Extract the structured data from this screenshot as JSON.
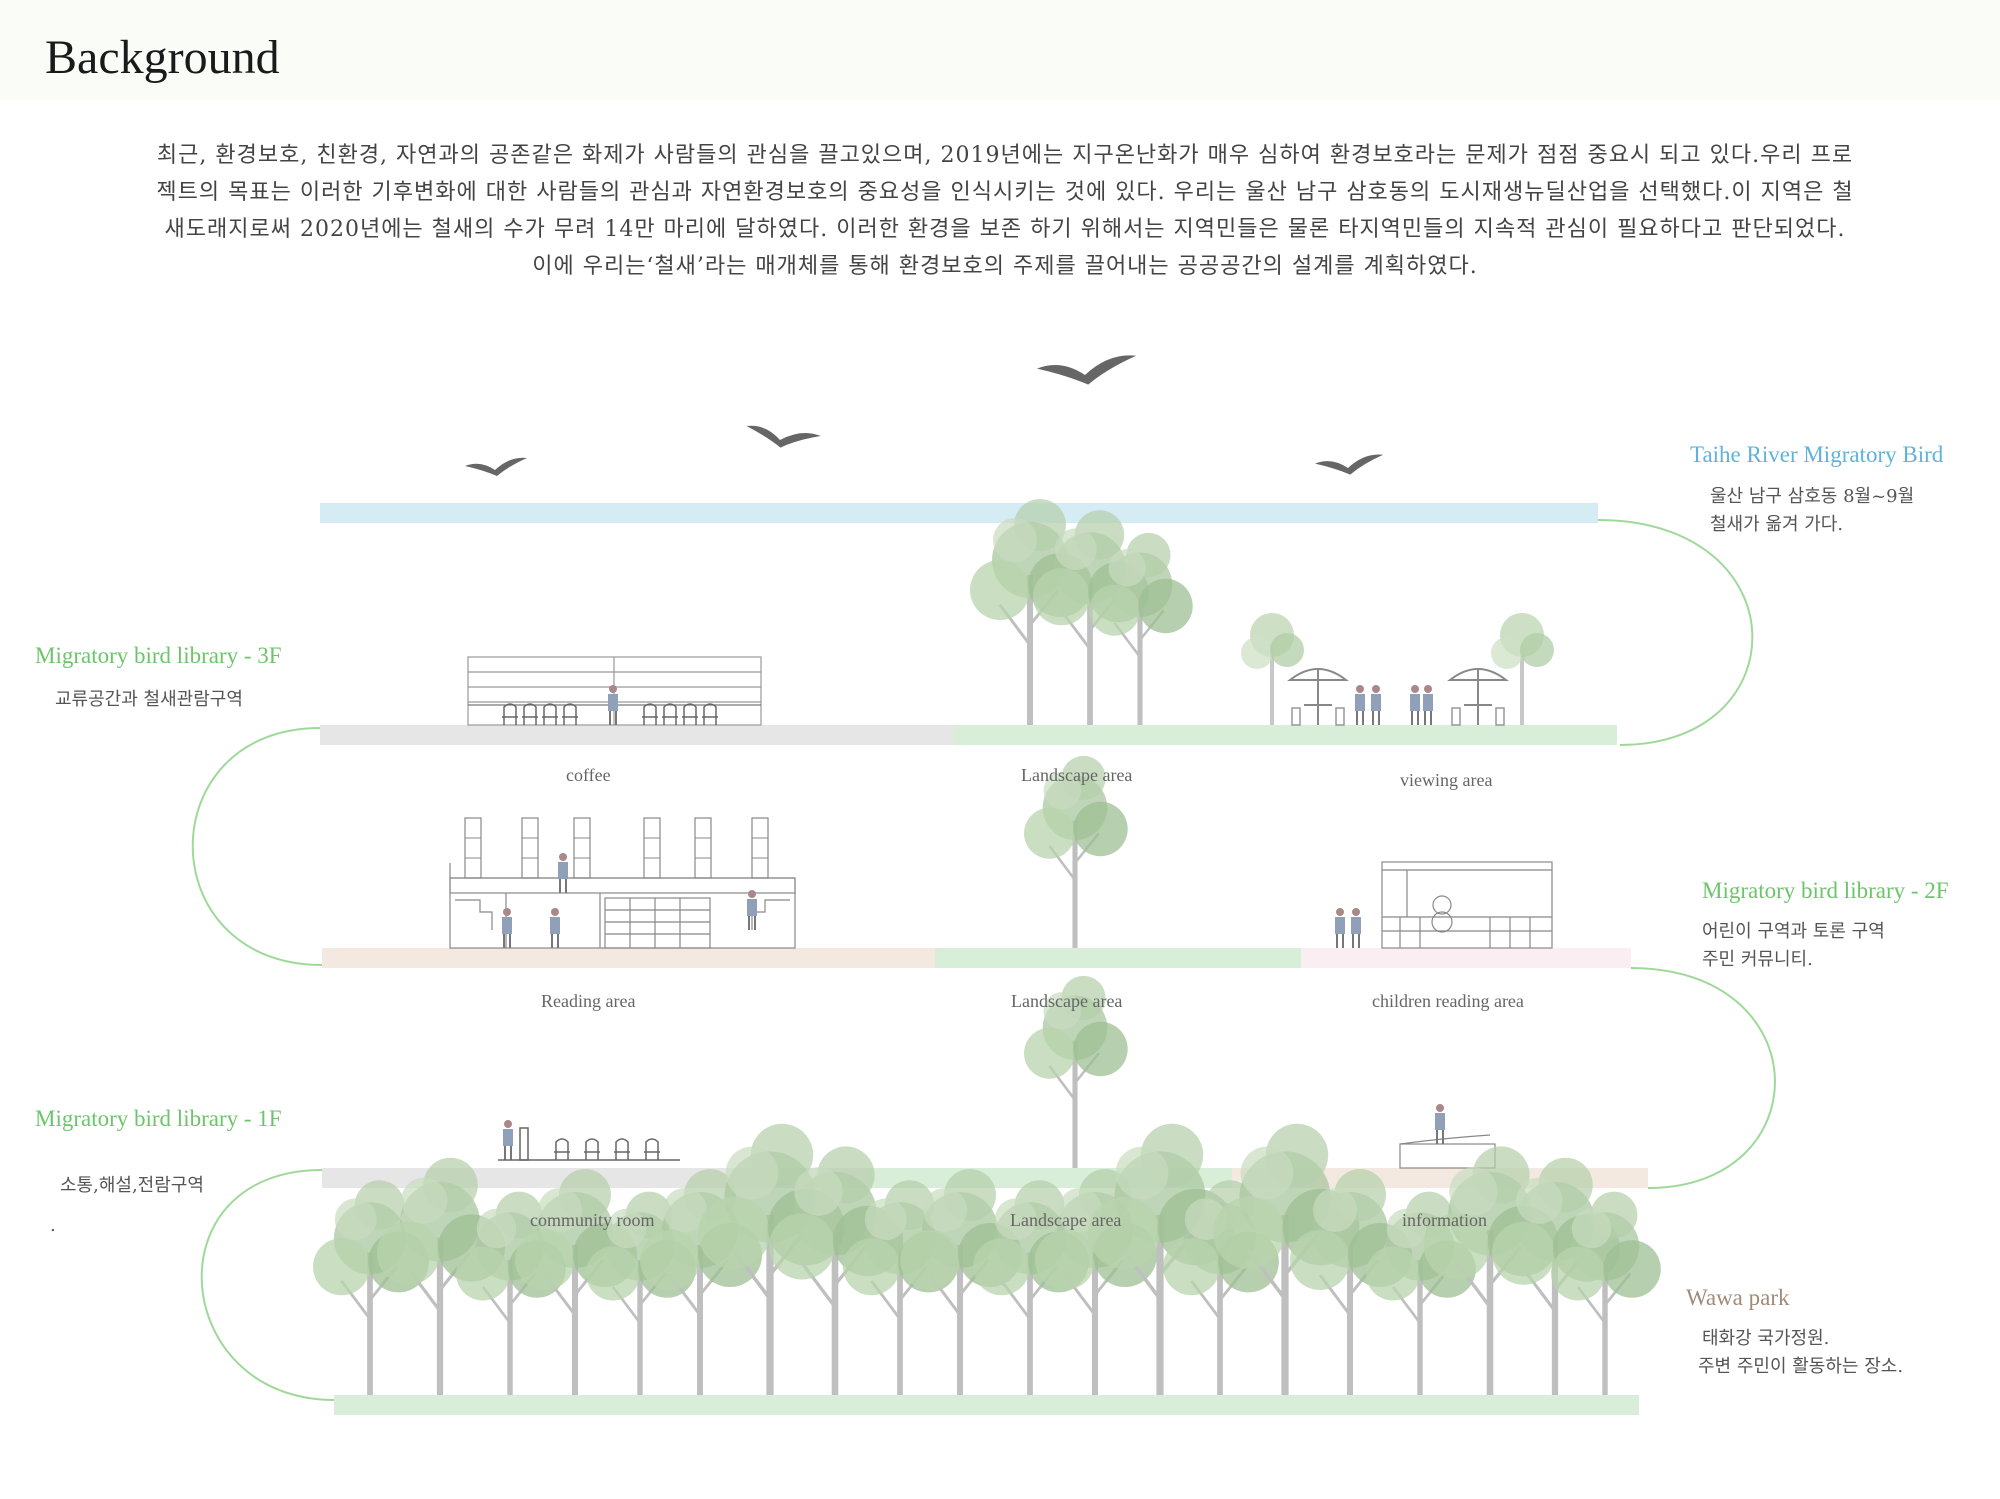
{
  "title": "Background",
  "intro": "최근, 환경보호, 친환경, 자연과의 공존같은 화제가 사람들의 관심을 끌고있으며, 2019년에는 지구온난화가 매우 심하여 환경보호라는 문제가 점점 중요시 되고 있다.우리 프로젝트의 목표는 이러한 기후변화에 대한 사람들의 관심과 자연환경보호의 중요성을 인식시키는 것에 있다. 우리는 울산 남구 삼호동의 도시재생뉴딜산업을 선택했다.이 지역은 철새도래지로써 2020년에는 철새의 수가 무려 14만 마리에 달하였다. 이러한 환경을 보존 하기 위해서는 지역민들은 물론 타지역민들의 지속적 관심이 필요하다고 판단되었다. 이에 우리는‘철새’라는 매개체를 통해 환경보호의 주제를 끌어내는 공공공간의 설계를 계획하였다.",
  "colors": {
    "sky_band": "#d6ecf5",
    "grey_band": "#e6e6e6",
    "green_band": "#d8eed8",
    "beige_band": "#f3e9e1",
    "pink_band": "#fbeef2",
    "heading_blue": "#5fb2dc",
    "heading_green": "#6cc56a",
    "heading_brown": "#a08a78",
    "curve": "#9fd99a"
  },
  "taihe": {
    "heading": "Taihe River Migratory Bird",
    "line1": "울산 남구 삼호동 8월~9월",
    "line2": "철새가 옮겨 가다."
  },
  "floor3": {
    "heading": "Migratory bird library - 3F",
    "desc": "교류공간과 철새관람구역",
    "zones": [
      "coffee",
      "Landscape  area",
      "viewing  area"
    ]
  },
  "floor2": {
    "heading": "Migratory bird library - 2F",
    "line1": "어린이 구역과 토론 구역",
    "line2": "주민 커뮤니티.",
    "zones": [
      "Reading area",
      "Landscape  area",
      "children  reading  area"
    ]
  },
  "floor1": {
    "heading": "Migratory bird library - 1F",
    "desc": "소통,해설,전람구역",
    "dot": ".",
    "zones": [
      "community room",
      "Landscape  area",
      "information"
    ]
  },
  "park": {
    "heading": "Wawa park",
    "line1": "태화강 국가정원.",
    "line2": "주변 주민이 활동하는 장소."
  },
  "icons": [
    "bird-icon",
    "tree-icon",
    "umbrella-table-icon",
    "person-icon",
    "shelf-icon"
  ]
}
